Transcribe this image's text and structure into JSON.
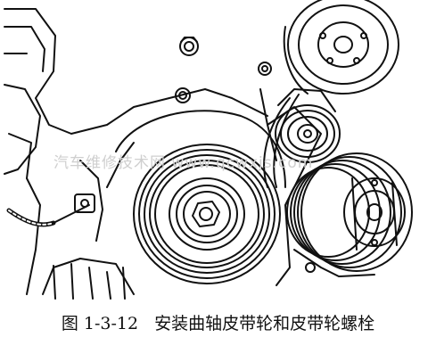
{
  "caption": {
    "figure_number": "图 1-3-12",
    "title": "安装曲轴皮带轮和皮带轮螺栓"
  },
  "watermark": {
    "text": "汽车维修技术网 www.qcwxjs.com"
  },
  "colors": {
    "line": "#111111",
    "background": "#ffffff",
    "watermark": "#cfcfcf"
  }
}
